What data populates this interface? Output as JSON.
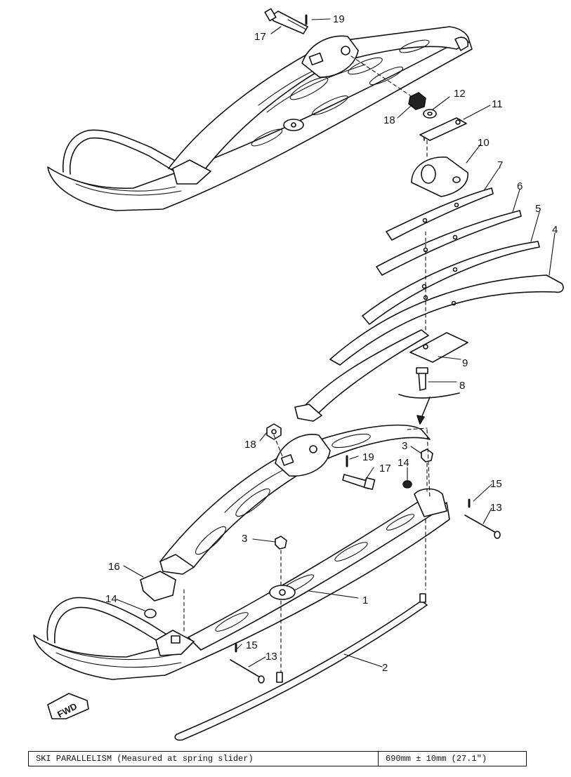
{
  "callouts": {
    "c1": "1",
    "c2": "2",
    "c3a": "3",
    "c3b": "3",
    "c4": "4",
    "c5": "5",
    "c6": "6",
    "c7": "7",
    "c8": "8",
    "c9": "9",
    "c10": "10",
    "c11": "11",
    "c12": "12",
    "c13a": "13",
    "c13b": "13",
    "c14a": "14",
    "c14b": "14",
    "c15a": "15",
    "c15b": "15",
    "c16": "16",
    "c17a": "17",
    "c17b": "17",
    "c18a": "18",
    "c18b": "18",
    "c19a": "19",
    "c19b": "19"
  },
  "direction_badge": "FWD",
  "spec_table": {
    "label": "SKI PARALLELISM (Measured at spring slider)",
    "value": "690mm ± 10mm (27.1\")"
  }
}
